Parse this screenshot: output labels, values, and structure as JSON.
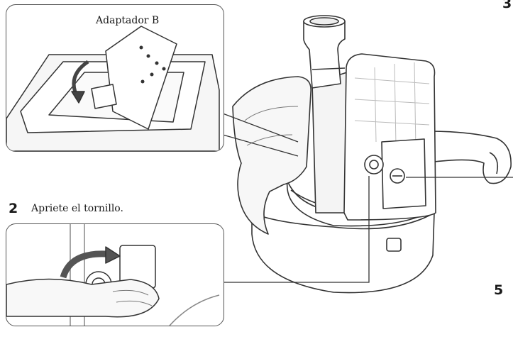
{
  "panel1": {
    "caption": "Adaptador B"
  },
  "step2": {
    "number": "2",
    "instruction": "Apriete el tornillo."
  },
  "margin_numbers": {
    "top": "3",
    "bottom": "5"
  }
}
